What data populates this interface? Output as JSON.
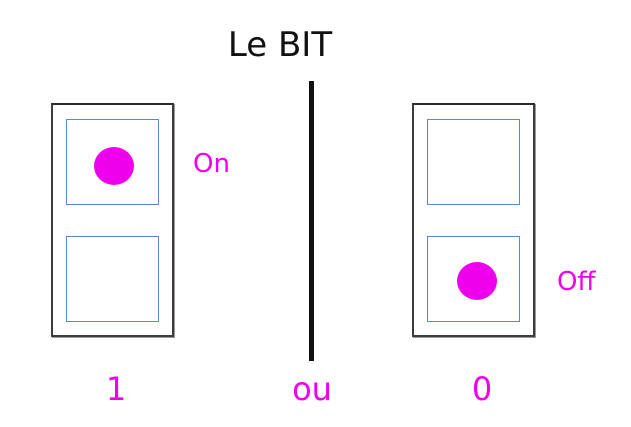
{
  "title": "Le BIT",
  "switch_left": {
    "state_label": "On",
    "value_label": "1",
    "dot_position": "top"
  },
  "separator_label": "ou",
  "switch_right": {
    "state_label": "Off",
    "value_label": "0",
    "dot_position": "bottom"
  },
  "colors": {
    "accent": "#ee00ee",
    "cell_border": "#5d86d6",
    "frame_border": "#3c3c3c",
    "text": "#111111"
  }
}
